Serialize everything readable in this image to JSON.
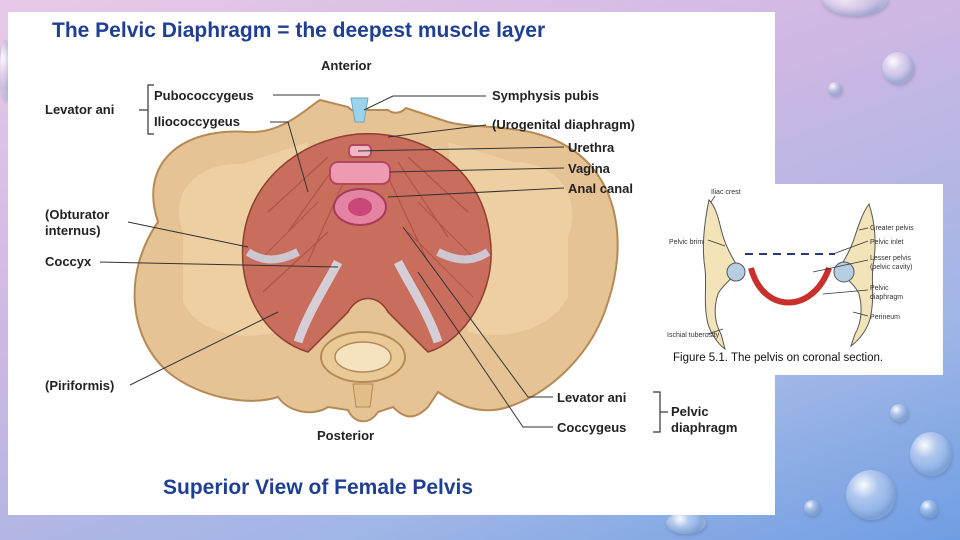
{
  "main_figure": {
    "title": "The Pelvic Diaphragm = the deepest muscle layer",
    "anterior": "Anterior",
    "posterior": "Posterior",
    "caption": "Superior View of Female Pelvis",
    "labels": {
      "levator_ani_top": "Levator ani",
      "pubococcygeus": "Pubococcygeus",
      "iliococcygeus": "Iliococcygeus",
      "obturator_line1": "(Obturator",
      "obturator_line2": "internus)",
      "coccyx": "Coccyx",
      "piriformis": "(Piriformis)",
      "symphysis_pubis": "Symphysis pubis",
      "urogenital_diaphragm": "(Urogenital diaphragm)",
      "urethra": "Urethra",
      "vagina": "Vagina",
      "anal_canal": "Anal canal",
      "levator_ani_bottom": "Levator ani",
      "coccygeus": "Coccygeus",
      "pelvic_diaphragm_line1": "Pelvic",
      "pelvic_diaphragm_line2": "diaphragm"
    }
  },
  "inset_figure": {
    "caption": "Figure 5.1. The pelvis on coronal section.",
    "labels": {
      "iliac_crest": "Iliac crest",
      "pelvic_brim": "Pelvic brim",
      "greater_pelvis": "Greater pelvis",
      "pelvic_inlet": "Pelvic inlet",
      "lesser_pelvis_1": "Lesser pelvis",
      "lesser_pelvis_2": "(pelvic cavity)",
      "pelvic_diaphragm_1": "Pelvic",
      "pelvic_diaphragm_2": "diaphragm",
      "perineum": "Perineum",
      "ischial_tuberosity": "Ischial tuberosity"
    }
  },
  "colors": {
    "label_text": "#1f3f93",
    "bone": "#e8c79a",
    "muscle": "#c9705f",
    "diaphragm_red": "#d9534f"
  }
}
